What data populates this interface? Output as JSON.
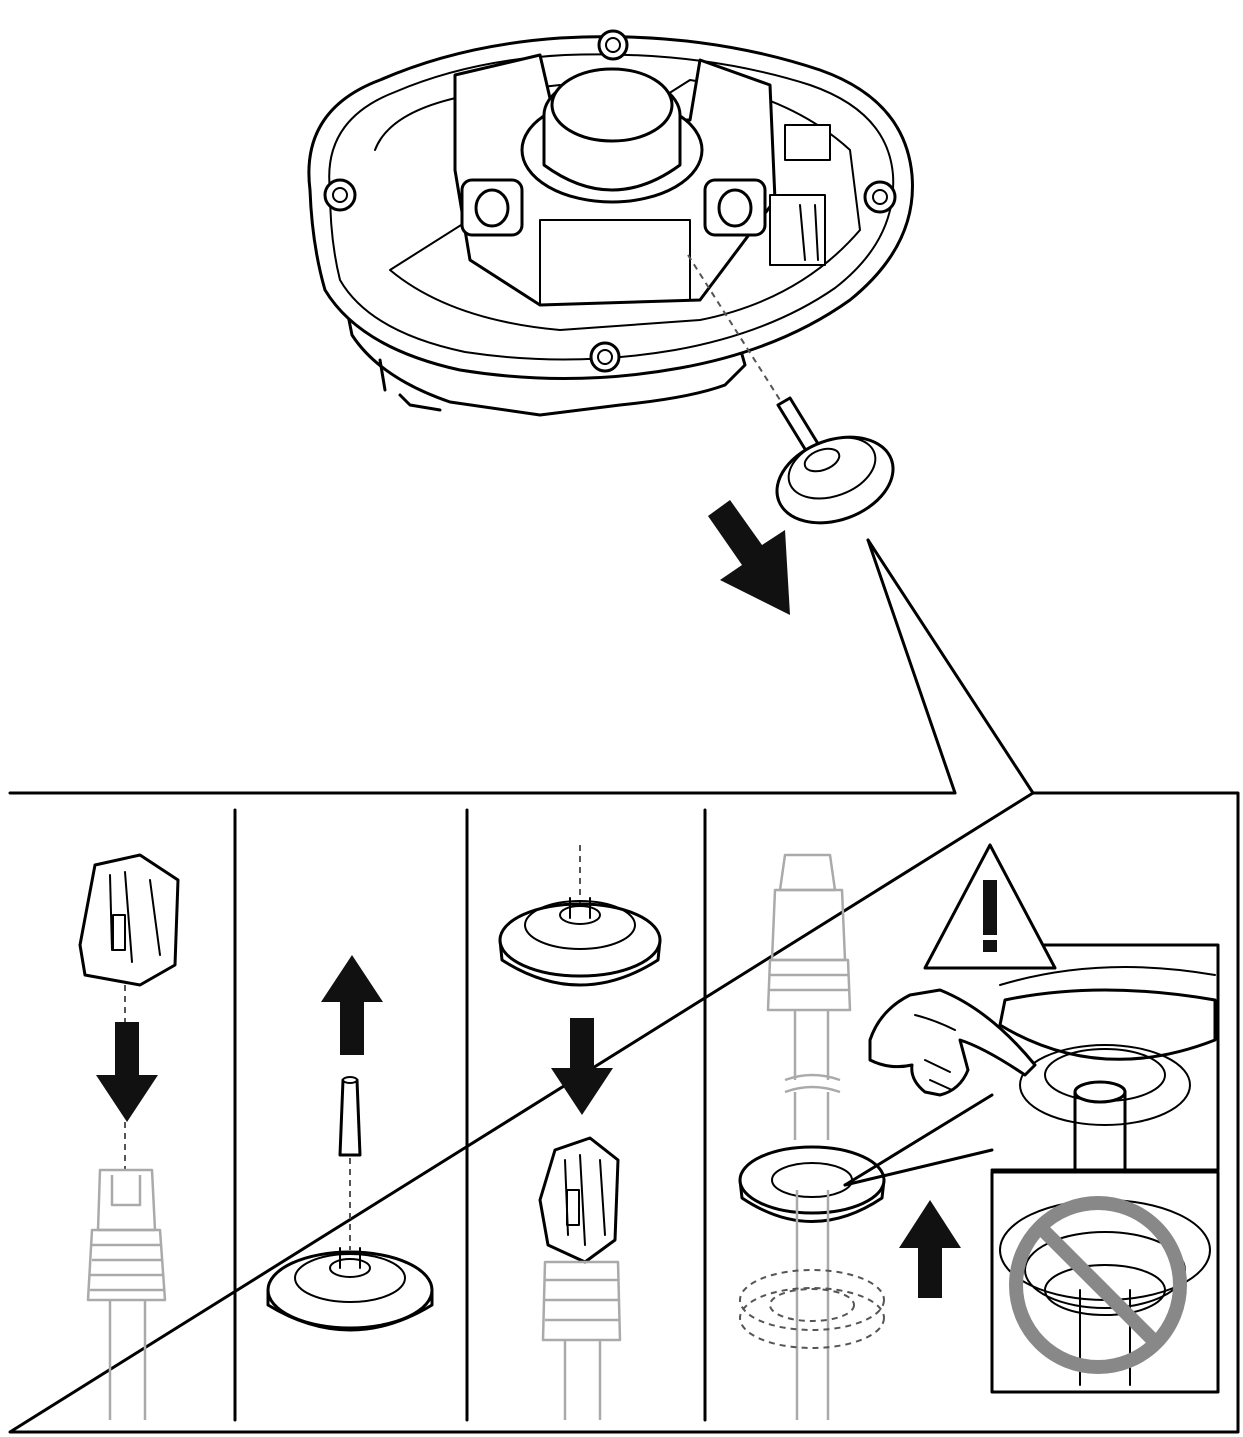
{
  "colors": {
    "ink": "#111111",
    "paper": "#ffffff",
    "faded": "#aaaaaa",
    "prohibit": "#888888"
  },
  "icons": [
    "camera-base-illustration",
    "grommet-icon",
    "rj45-plug-icon",
    "plug-cover-icon",
    "cap-plug-icon",
    "warning-icon",
    "finger-icon",
    "prohibited-icon",
    "arrow-down-icon",
    "arrow-up-icon"
  ],
  "panels": [
    {
      "step": "attach-cover-to-plug"
    },
    {
      "step": "remove-cap-from-grommet"
    },
    {
      "step": "insert-plug-through-grommet"
    },
    {
      "step": "seat-grommet-on-cable"
    }
  ]
}
